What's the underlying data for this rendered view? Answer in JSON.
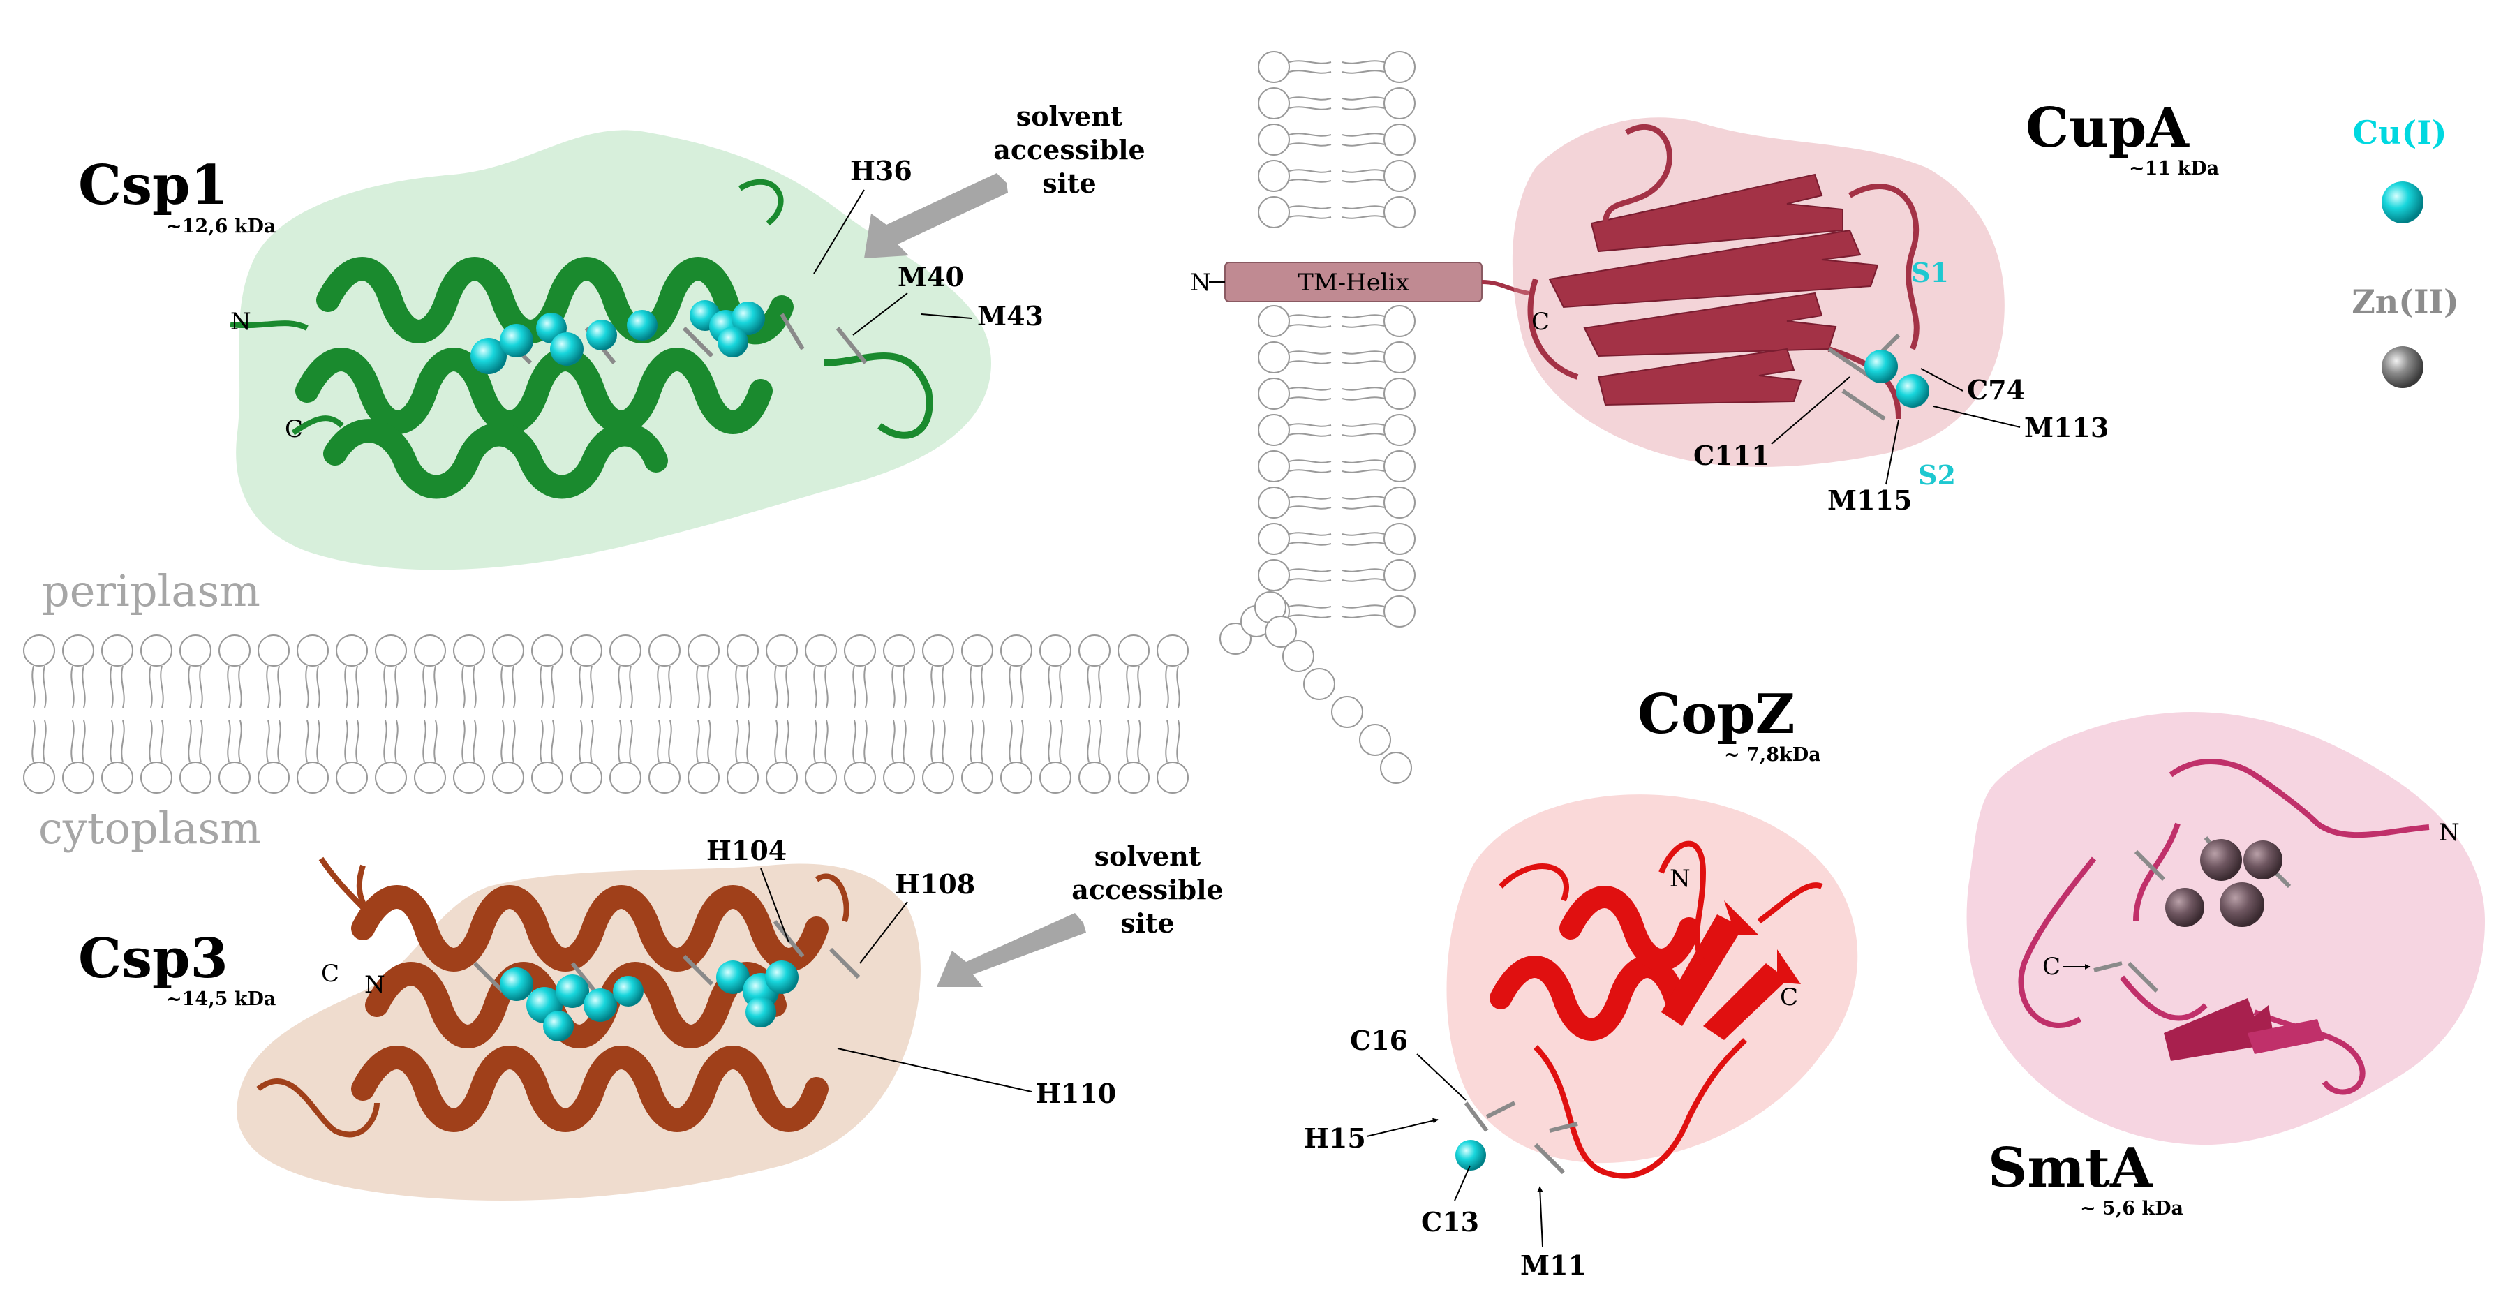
{
  "regions": {
    "periplasm": "periplasm",
    "cytoplasm": "cytoplasm"
  },
  "legend": {
    "cu": "Cu(I)",
    "zn": "Zn(II)",
    "cu_color": "#00d8e0",
    "zn_color": "#8c8c8c"
  },
  "membrane": {
    "tm_helix": "TM-Helix",
    "n_terminus": "N",
    "helix_color": "#c08a92"
  },
  "csp1": {
    "name": "Csp1",
    "mass": "~12,6 kDa",
    "n": "N",
    "c": "C",
    "residues": [
      "H36",
      "M40",
      "M43"
    ],
    "site_note": [
      "solvent",
      "accessible",
      "site"
    ],
    "color": "#1a8a2e"
  },
  "csp3": {
    "name": "Csp3",
    "mass": "~14,5 kDa",
    "n": "N",
    "c": "C",
    "residues": [
      "H104",
      "H108",
      "H110"
    ],
    "site_note": [
      "solvent",
      "accessible",
      "site"
    ],
    "color": "#a0401a"
  },
  "cupa": {
    "name": "CupA",
    "mass": "~11 kDa",
    "c": "C",
    "residues": [
      "C74",
      "M113",
      "C111",
      "M115"
    ],
    "sites": [
      "S1",
      "S2"
    ],
    "color": "#a33246"
  },
  "copz": {
    "name": "CopZ",
    "mass": "~ 7,8kDa",
    "n": "N",
    "c": "C",
    "residues": [
      "C16",
      "H15",
      "C13",
      "M11"
    ],
    "color": "#e01010"
  },
  "smta": {
    "name": "SmtA",
    "mass": "~ 5,6 kDa",
    "n": "N",
    "c": "C",
    "color": "#c0306a"
  }
}
